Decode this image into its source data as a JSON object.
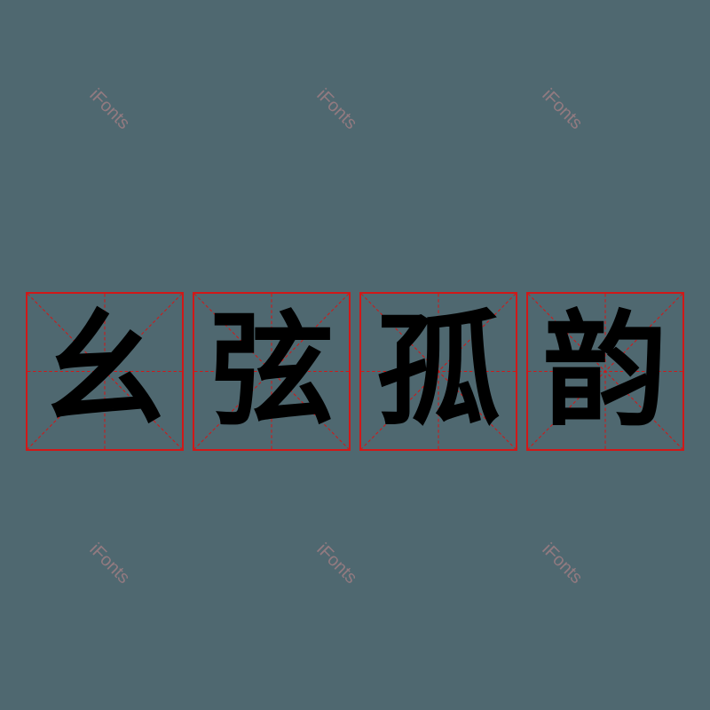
{
  "title": {
    "characters": [
      "幺",
      "弦",
      "孤",
      "韵"
    ]
  },
  "watermark": {
    "text": "iFonts"
  },
  "colors": {
    "background": "#4f6870",
    "grid": "#d01818",
    "glyph": "#000000",
    "watermark": "#c98a8e"
  }
}
